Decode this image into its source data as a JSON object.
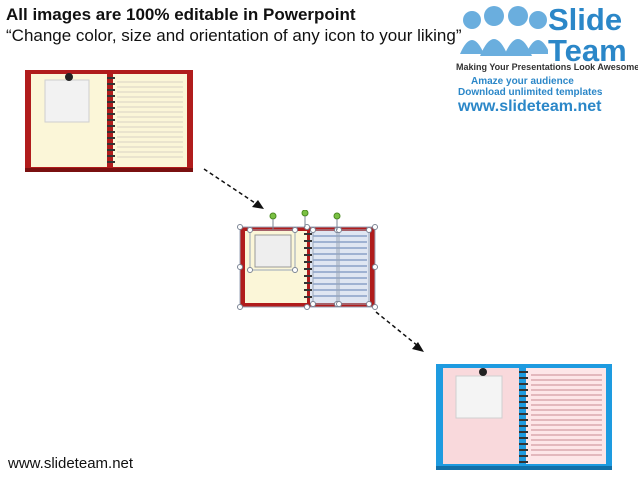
{
  "header": {
    "line1": "All images are 100% editable in Powerpoint",
    "line2": "“Change color, size and orientation of any icon to your liking”"
  },
  "logo": {
    "name_line1": "Slide",
    "name_line2": "Team",
    "tagline": "Making Your Presentations Look Awesome",
    "promo1": "Amaze your audience",
    "promo2": "Download unlimited templates",
    "url": "www.slideteam.net",
    "brand_color": "#2b87c8"
  },
  "footer": {
    "url": "www.slideteam.net"
  },
  "colors": {
    "red_notebook": "#b01c1c",
    "blue_notebook": "#1e9be0",
    "paper": "#fbf6d8",
    "pink_paper": "#f9d9dc"
  }
}
